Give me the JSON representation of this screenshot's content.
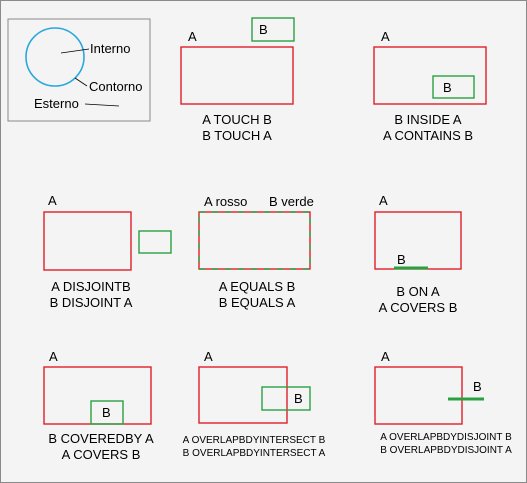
{
  "colors": {
    "background": "#f4f4f4",
    "border": "#8a8a8a",
    "set_a": "#e0202a",
    "set_b": "#2aa040",
    "legend_circle": "#29a8dc"
  },
  "legend": {
    "interior": "Interno",
    "boundary": "Contorno",
    "exterior": "Esterno"
  },
  "labels": {
    "a": "A",
    "b": "B"
  },
  "panels": {
    "touch": {
      "line1": "A TOUCH B",
      "line2": "B TOUCH A"
    },
    "inside": {
      "line1": "B INSIDE A",
      "line2": "A CONTAINS B"
    },
    "disjoint": {
      "line1": "A DISJOINTB",
      "line2": "B DISJOINT A"
    },
    "equals": {
      "top_a": "A rosso",
      "top_b": "B verde",
      "line1": "A EQUALS B",
      "line2": "B EQUALS A"
    },
    "on": {
      "line1": "B ON A",
      "line2": "A COVERS B"
    },
    "coveredby": {
      "line1": "B COVEREDBY A",
      "line2": "A COVERS B"
    },
    "overlap_intersect": {
      "line1": "A OVERLAPBDYINTERSECT B",
      "line2": "B OVERLAPBDYINTERSECT A"
    },
    "overlap_disjoint": {
      "line1": "A OVERLAPBDYDISJOINT B",
      "line2": "B OVERLAPBDYDISJOINT A"
    }
  }
}
